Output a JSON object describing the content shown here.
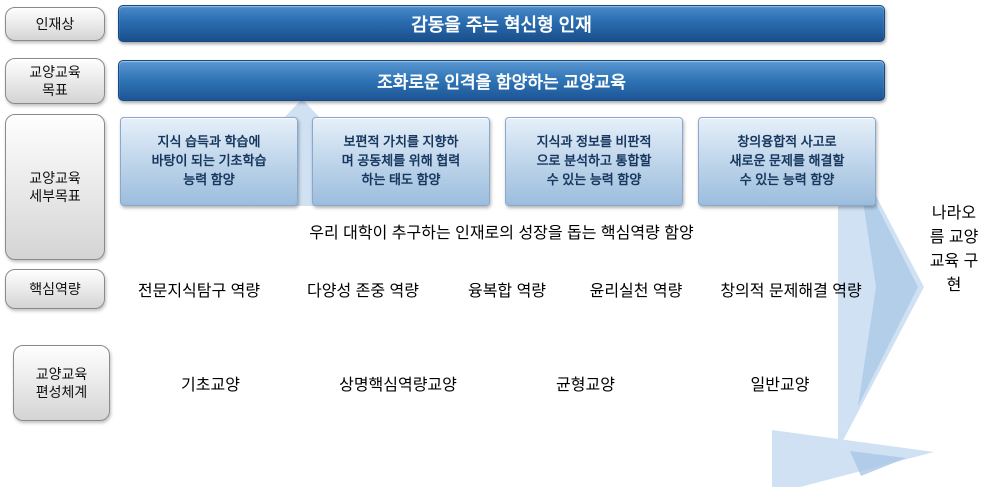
{
  "left_labels": {
    "talent": "인재상",
    "goal": "교양교육\n목표",
    "detail": "교양교육\n세부목표",
    "competency": "핵심역량",
    "curriculum": "교양교육\n편성체계"
  },
  "vision": {
    "text": "감동을 주는 혁신형 인재"
  },
  "goal": {
    "text": "조화로운 인격을 함양하는 교양교육"
  },
  "detail_goals": {
    "items": [
      "지식 습득과 학습에\n바탕이 되는 기초학습\n능력 함양",
      "보편적 가치를 지향하\n며 공동체를 위해 협력\n하는 태도 함양",
      "지식과 정보를 비판적\n으로 분석하고 통합할\n수 있는 능력 함양",
      "창의융합적 사고로\n새로운 문제를 해결할\n수 있는 능력  함양"
    ],
    "banner": "우리 대학이 추구하는 인재로의 성장을 돕는 핵심역량 함양"
  },
  "competencies": {
    "items": [
      "전문지식탐구 역량",
      "다양성 존중 역량",
      "융복합 역량",
      "윤리실천 역량",
      "창의적 문제해결 역량"
    ]
  },
  "curriculum": {
    "items": [
      "기초교양",
      "상명핵심역량교양",
      "균형교양",
      "일반교양"
    ]
  },
  "side_banner": {
    "text": "나라오름 교양교육 구현"
  },
  "colors": {
    "dark_blue": "#1f62a8",
    "mid_blue": "#2e75b6",
    "light_blue": "#c3d8ef",
    "arrow_blue": "#cfe1f3"
  }
}
